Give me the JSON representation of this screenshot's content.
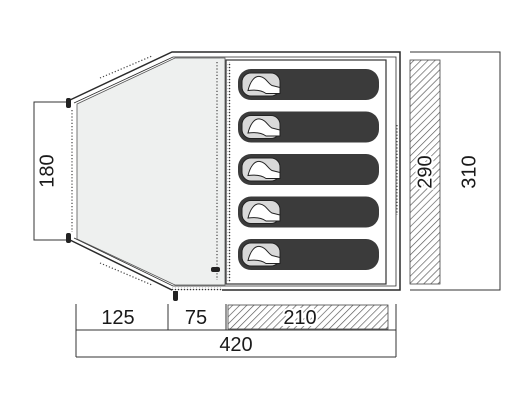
{
  "dimensions": {
    "vestibule_depth": "125",
    "porch_depth": "75",
    "inner_depth": "210",
    "total_length": "420",
    "door_width": "180",
    "inner_width": "290",
    "total_width": "310"
  },
  "sleeping_berths": {
    "count": 5,
    "icon": "sleeping-person-icon"
  },
  "colors": {
    "outline": "#2a2a2a",
    "vestibule_fill": "#eef0ef",
    "berth_fill": "#3b3b3b",
    "hatch": "#555555"
  }
}
